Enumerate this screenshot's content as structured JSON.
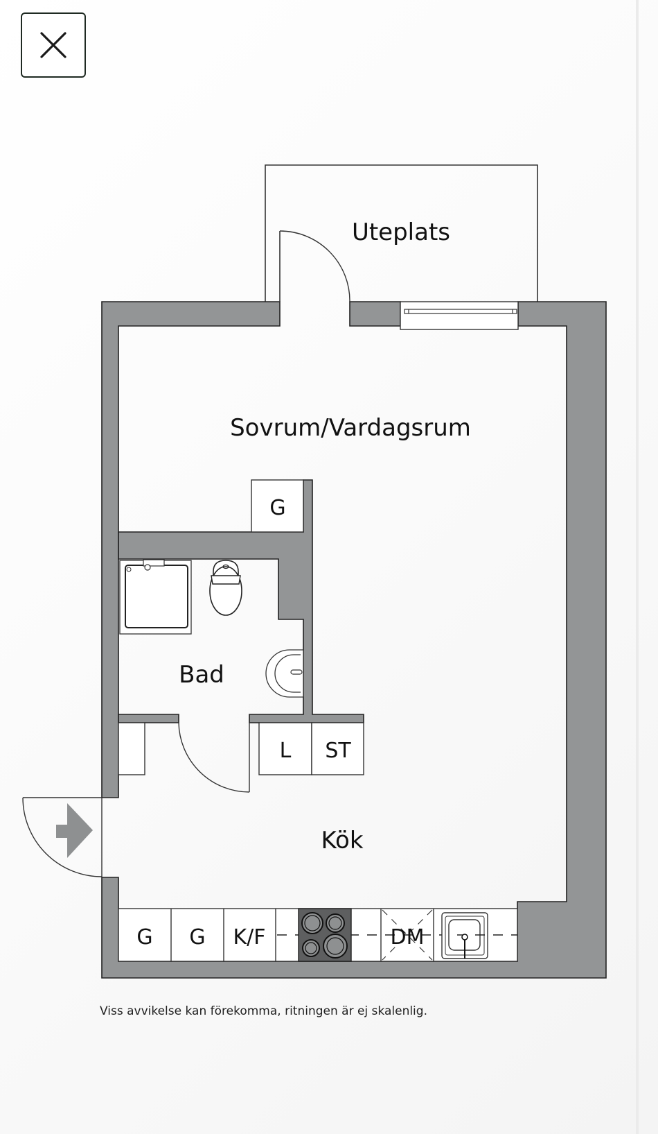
{
  "controls": {
    "close_button": {
      "icon": "close-icon",
      "label": "×"
    }
  },
  "floorplan": {
    "wall_color": "#939596",
    "stove_color": "#5e5f60",
    "rooms": {
      "uteplats": "Uteplats",
      "sovrum_vardagsrum": "Sovrum/Vardagsrum",
      "bad": "Bad",
      "kok": "Kök"
    },
    "closets": {
      "bedroom_closet": "G",
      "linen": "L",
      "storage": "ST"
    },
    "kitchen_units": [
      "G",
      "G",
      "K/F",
      "",
      "",
      "",
      "DM",
      ""
    ],
    "entrance_icon": "entrance-arrow-icon"
  },
  "caption": "Viss avvikelse kan förekomma, ritningen är ej skalenlig."
}
